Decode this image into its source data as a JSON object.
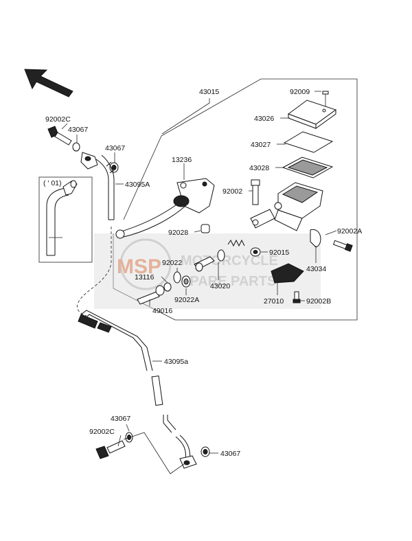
{
  "labels": {
    "l43015": "43015",
    "l92009": "92009",
    "l43026": "43026",
    "l43027": "43027",
    "l43028": "43028",
    "l13236": "13236",
    "l92002": "92002",
    "l92028": "92028",
    "l92015": "92015",
    "l92002A": "92002A",
    "l43034": "43034",
    "l92022": "92022",
    "l13116": "13116",
    "l92022A": "92022A",
    "l43020": "43020",
    "l27010": "27010",
    "l92002B": "92002B",
    "l49016": "49016",
    "l92002C_top": "92002C",
    "l43067_top1": "43067",
    "l43067_top2": "43067",
    "l43095A": "43095A",
    "inset_note": "( ' 01)",
    "l43095a": "43095a",
    "l43067_bot1": "43067",
    "l92002C_bot": "92002C",
    "l43067_bot2": "43067"
  },
  "watermark": {
    "logo": "MSP",
    "line1": "MOTORCYCLE",
    "line2": "SPARE PARTS"
  },
  "colors": {
    "line": "#222222",
    "watermark": "#d4d4d4",
    "watermark_logo": "#e0a58a"
  }
}
